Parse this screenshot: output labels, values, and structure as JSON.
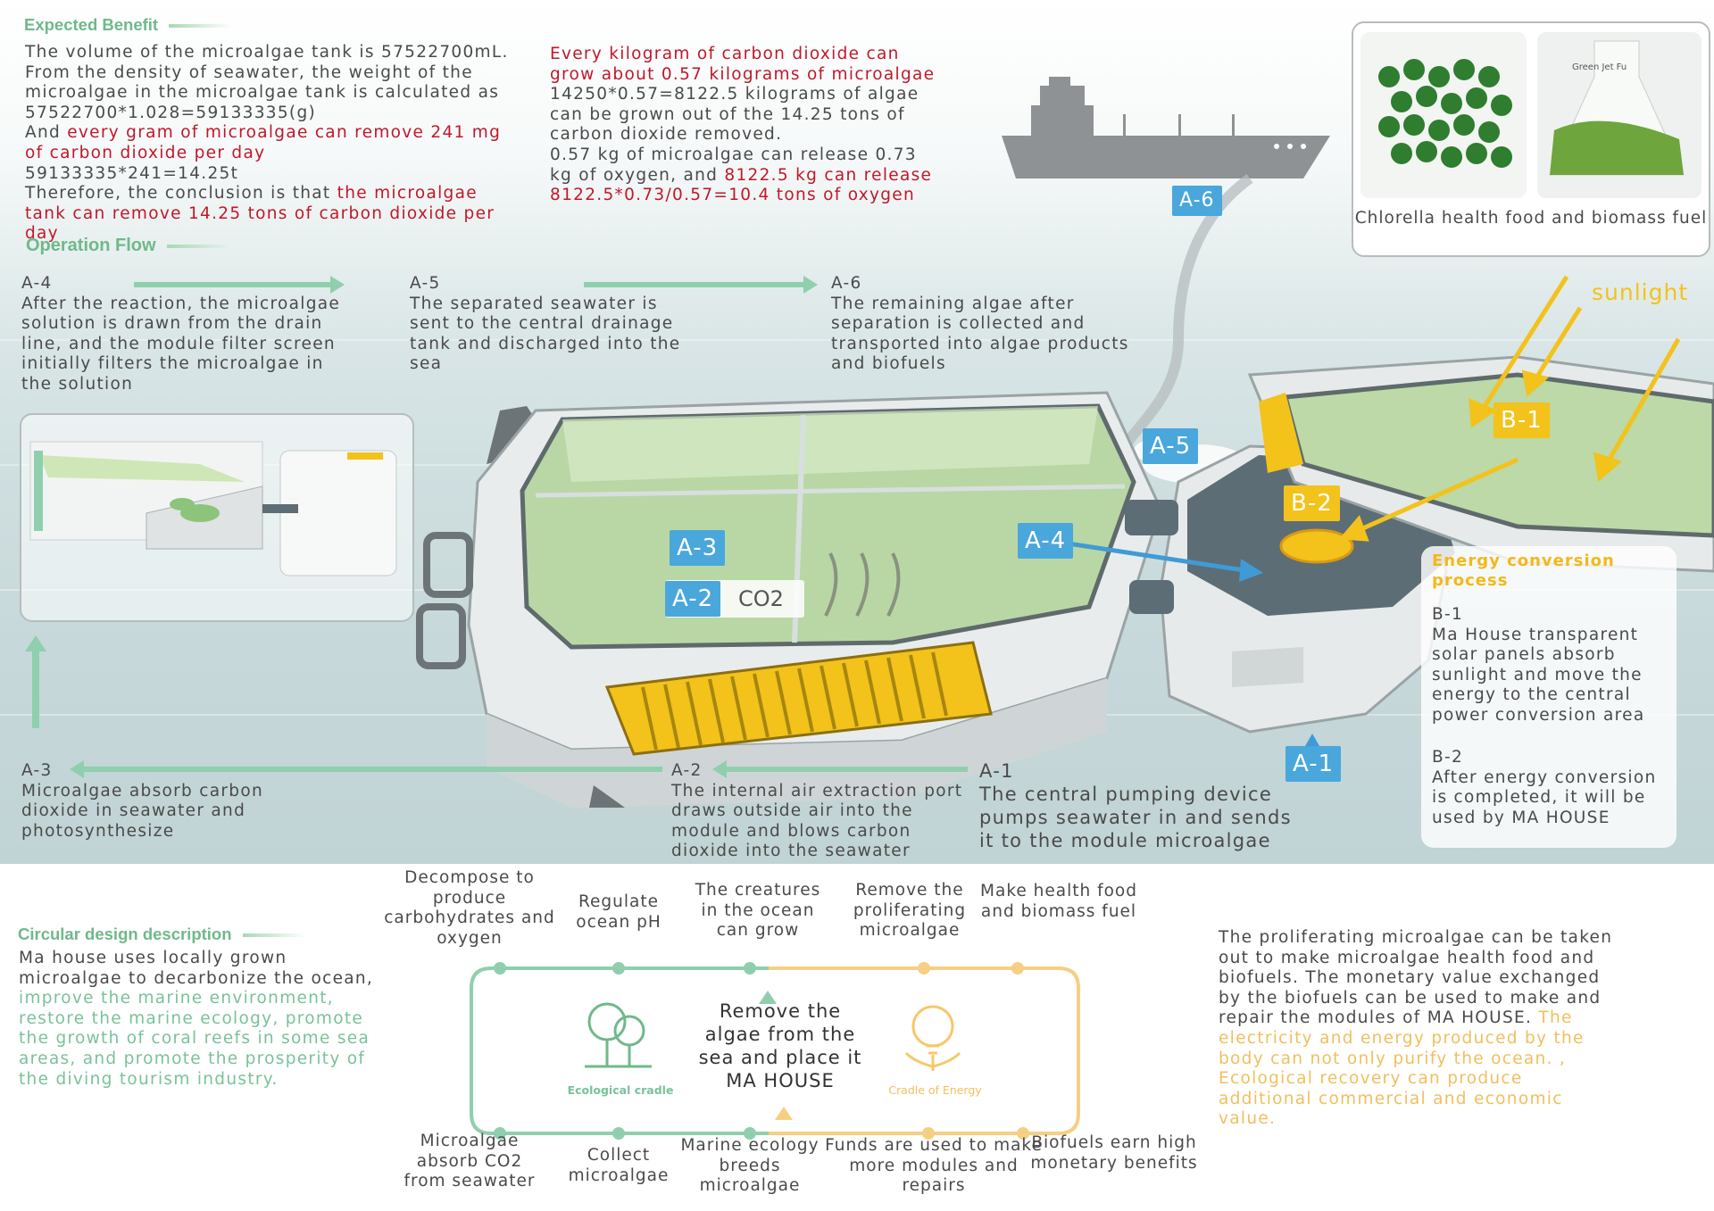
{
  "expected_benefit": {
    "title": "Expected Benefit",
    "col1": {
      "p1": "The volume of the microalgae tank is 57522700mL. From the density of seawater, the weight of the microalgae in the microalgae tank is calculated as 57522700*1.028=59133335(g)",
      "p2_plain": "And ",
      "p2_red": "every gram of microalgae can remove 241 mg of carbon dioxide per day",
      "p3": "59133335*241=14.25t",
      "p4_plain": "Therefore, the conclusion is that ",
      "p4_red": "the microalgae tank can remove 14.25 tons of carbon dioxide per day"
    },
    "col2": {
      "red1": "Every kilogram of carbon dioxide can grow about 0.57 kilograms of microalgae",
      "p1": "14250*0.57=8122.5 kilograms of algae can be grown out of the 14.25 tons of carbon dioxide removed.",
      "p2_plain": "0.57 kg of microalgae can release 0.73 kg of oxygen, and ",
      "p2_red": "8122.5 kg can release 8122.5*0.73/0.57=10.4 tons of oxygen"
    }
  },
  "photo_panel": {
    "caption": "Chlorella health food and biomass fuel",
    "bottle_label": "Green Jet Fu"
  },
  "operation_flow": {
    "title": "Operation Flow",
    "steps": [
      {
        "id": "A-4",
        "text": "After the reaction, the microalgae solution is drawn from the drain line, and the module filter screen initially filters the microalgae in the solution"
      },
      {
        "id": "A-5",
        "text": "The separated seawater is sent to the central drainage tank and discharged into the sea"
      },
      {
        "id": "A-6",
        "text": "The remaining algae after separation is collected and transported into algae products and biofuels"
      },
      {
        "id": "A-3",
        "text": "Microalgae absorb carbon dioxide in seawater and photosynthesize"
      },
      {
        "id": "A-2",
        "text": "The internal air extraction port draws outside air into the module and blows carbon dioxide into the seawater"
      },
      {
        "id": "A-1",
        "text": "The central pumping device pumps seawater in and sends it to the module microalgae"
      }
    ]
  },
  "tags": {
    "a1": "A-1",
    "a2": "A-2",
    "a2_co2": "CO2",
    "a3": "A-3",
    "a4": "A-4",
    "a5": "A-5",
    "a6": "A-6",
    "b1": "B-1",
    "b2": "B-2"
  },
  "sunlight": "sunlight",
  "energy": {
    "title": "Energy conversion process",
    "b1_id": "B-1",
    "b1_text": "Ma House transparent solar panels absorb sunlight and move the energy to the central power conversion area",
    "b2_id": "B-2",
    "b2_text": "After energy conversion is completed, it will be used by MA HOUSE"
  },
  "circular": {
    "title": "Circular design description",
    "p_plain": "Ma house uses locally grown microalgae to decarbonize the ocean, ",
    "p_green": "improve the marine environment, restore the marine ecology, promote the growth of coral reefs in some sea areas, and promote the prosperity of the diving tourism industry."
  },
  "cycle": {
    "center": "Remove the algae from the sea and place it MA HOUSE",
    "left_label": "Ecological cradle",
    "right_label": "Cradle of Energy",
    "top": [
      "Decompose to produce carbohydrates and oxygen",
      "Regulate ocean pH",
      "The creatures in the ocean can grow",
      "Remove the proliferating microalgae",
      "Make health food and biomass fuel"
    ],
    "bottom": [
      "Microalgae absorb CO2 from seawater",
      "Collect microalgae",
      "Marine ecology breeds microalgae",
      "Funds are used to make more modules and repairs",
      "Biofuels earn high monetary benefits"
    ]
  },
  "right_note": {
    "p_plain": "The proliferating microalgae can be taken out to make microalgae health food and biofuels. The monetary value exchanged by the biofuels can be used to make and repair the modules of MA HOUSE. ",
    "p_orange": "The electricity and energy produced by the body can not only purify the ocean. , Ecological recovery can produce additional commercial and economic value."
  },
  "colors": {
    "accent_green": "#6fb98a",
    "red": "#c0182a",
    "blue_tag": "#4aa7dc",
    "yellow_tag": "#f3c21b",
    "orange_text": "#f0bf5e"
  }
}
